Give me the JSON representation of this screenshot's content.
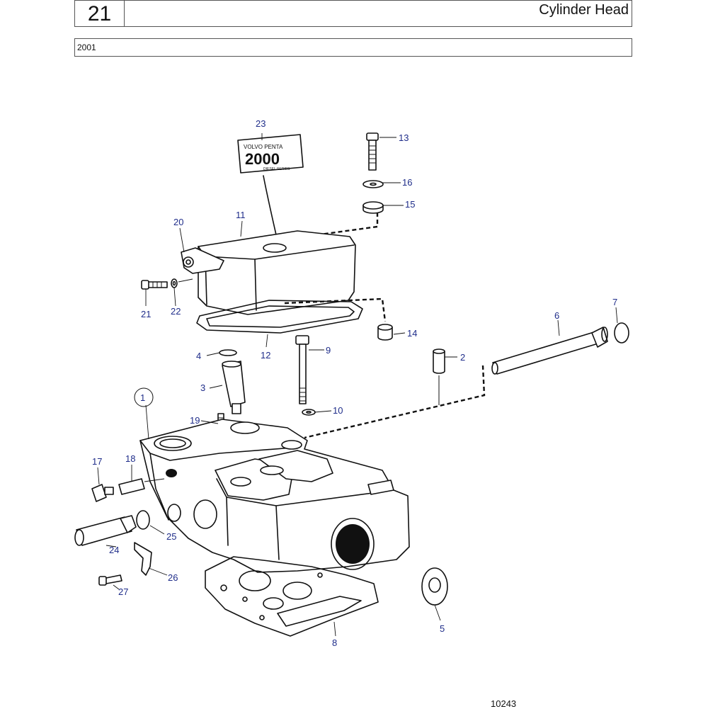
{
  "header": {
    "section_number": "21",
    "title": "Cylinder Head",
    "model_year": "2001"
  },
  "footer": {
    "reference_number": "10243"
  },
  "label_plate": {
    "line1": "VOLVO PENTA",
    "line2": "2000",
    "line3": "DIESEL SERIES"
  },
  "callouts": [
    "1",
    "2",
    "3",
    "4",
    "5",
    "6",
    "7",
    "8",
    "9",
    "10",
    "11",
    "12",
    "13",
    "14",
    "15",
    "16",
    "17",
    "18",
    "19",
    "20",
    "21",
    "22",
    "23",
    "24",
    "25",
    "26",
    "27"
  ],
  "colors": {
    "callout_text": "#1f2d8a",
    "line_art": "#111111"
  }
}
